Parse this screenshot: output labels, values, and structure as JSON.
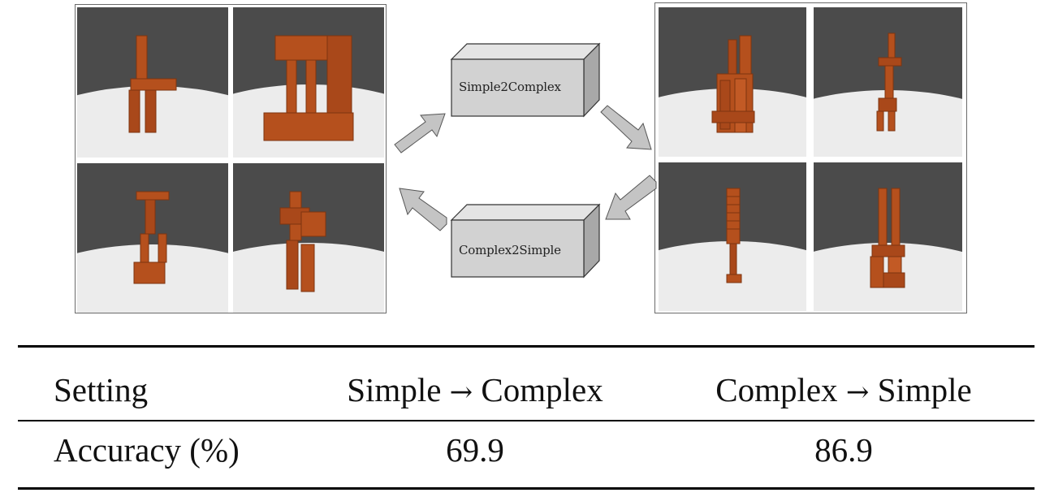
{
  "diagram": {
    "top_box_label": "Simple2Complex",
    "bottom_box_label": "Complex2Simple",
    "colors": {
      "block": "#b5501d",
      "block_dark": "#7d3410",
      "floor": "#e9e9e9",
      "background_wall": "#4b4b4b",
      "box_face": "#d2d2d2",
      "arrow_fill": "#c4c4c4"
    }
  },
  "table": {
    "header": {
      "setting": "Setting",
      "s2c_left": "Simple",
      "s2c_arrow": "→",
      "s2c_right": "Complex",
      "c2s_left": "Complex",
      "c2s_arrow": "→",
      "c2s_right": "Simple"
    },
    "row": {
      "label": "Accuracy (%)",
      "s2c_value": "69.9",
      "c2s_value": "86.9"
    }
  }
}
